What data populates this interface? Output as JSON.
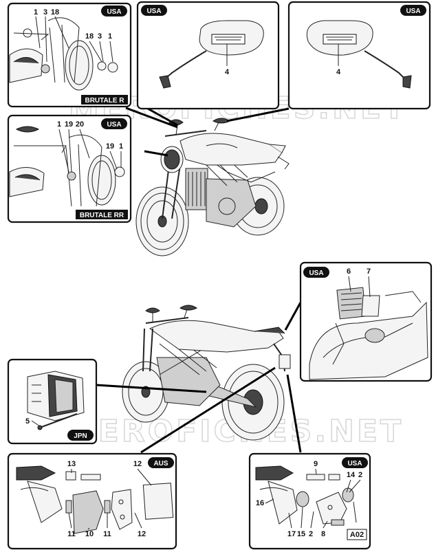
{
  "badges": {
    "usa": "USA",
    "aus": "AUS",
    "jpn": "JPN"
  },
  "model_labels": {
    "brutale_r": "BRUTALE R",
    "brutale_rr": "BRUTALE RR"
  },
  "watermark": "MEROFICHES.NET",
  "callouts": {
    "p1_1": "1",
    "p1_3": "3",
    "p1_18": "18",
    "p1_18b": "18",
    "p1_3b": "3",
    "p1_1b": "1",
    "p2_4": "4",
    "p3_4": "4",
    "p4_1": "1",
    "p4_19": "19",
    "p4_20": "20",
    "p4_19b": "19",
    "p4_1b": "1",
    "p5_6": "6",
    "p5_7": "7",
    "p6_5": "5",
    "p7_13": "13",
    "p7_12": "12",
    "p7_11": "11",
    "p7_10": "10",
    "p7_11b": "11",
    "p7_12b": "12",
    "p8_9": "9",
    "p8_14": "14",
    "p8_2": "2",
    "p8_16": "16",
    "p8_17": "17",
    "p8_15": "15",
    "p8_2b": "2",
    "p8_8": "8",
    "p8_a02": "A02"
  }
}
